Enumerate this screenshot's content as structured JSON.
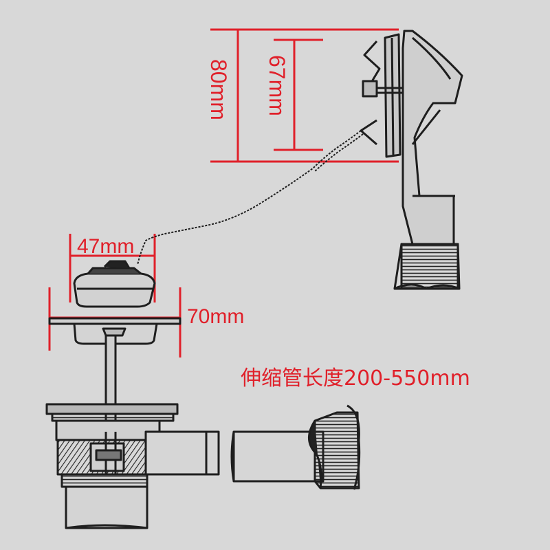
{
  "dimensions": {
    "overflow_height": "80mm",
    "overflow_inner": "67mm",
    "plug_width": "47mm",
    "strainer_width": "70mm"
  },
  "caption": "伸缩管长度200-550mm",
  "colors": {
    "background": "#d8d8d8",
    "dimension_red": "#e0202a",
    "line_art": "#1e1e1e"
  }
}
